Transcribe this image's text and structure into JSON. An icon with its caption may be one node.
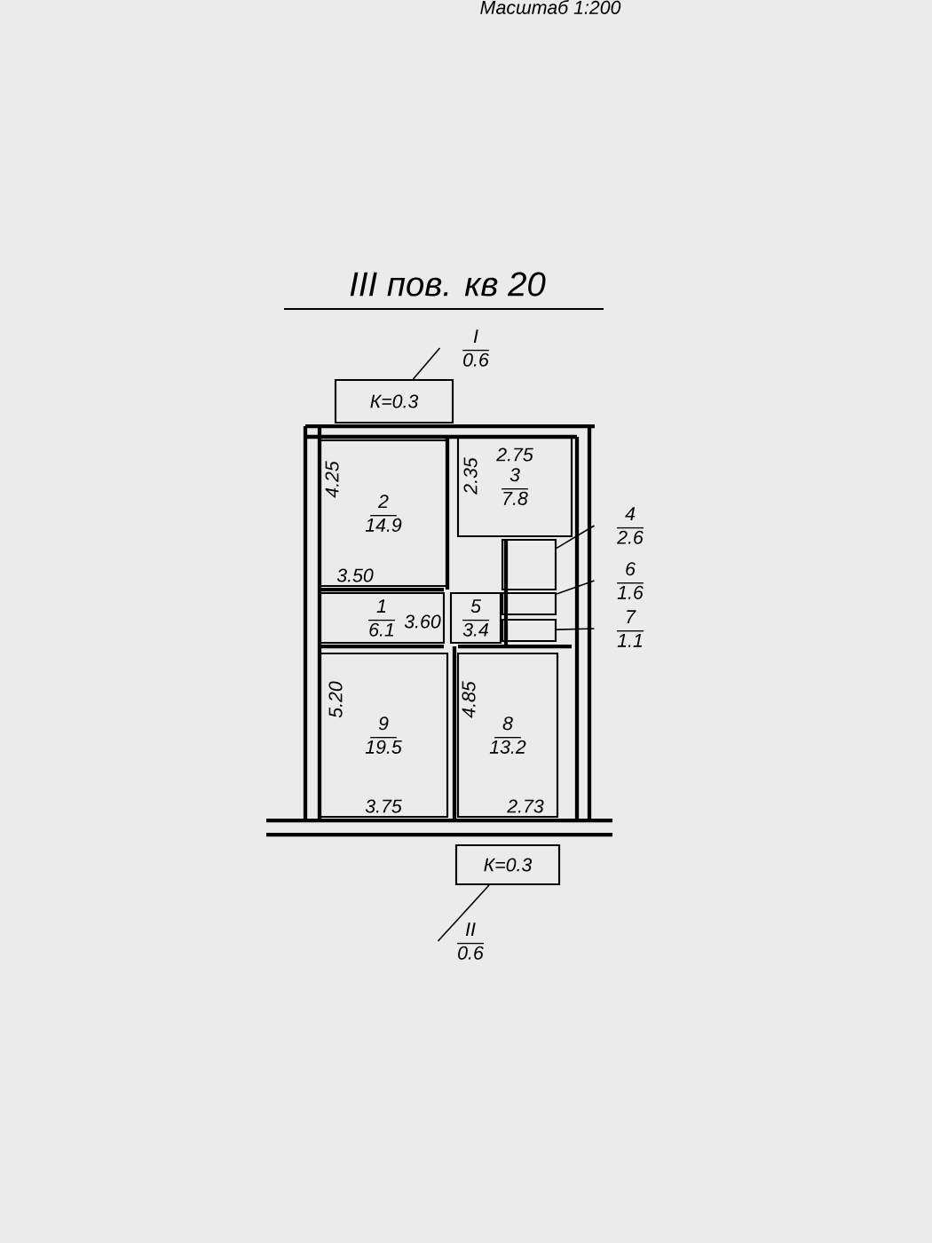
{
  "diagram": {
    "title": "III пов. кв 20",
    "nodes": [
      {
        "text": [
          "К=0.3"
        ]
      },
      {
        "text": [
          "I",
          "0.6"
        ]
      },
      {
        "text": [
          "2",
          "14.9"
        ]
      },
      {
        "text": [
          "3",
          "7.8"
        ]
      },
      {
        "text": [
          "1",
          "6.1"
        ]
      },
      {
        "text": [
          "5",
          "3.4"
        ]
      },
      {
        "text": [],
        "shape": "box"
      },
      {
        "text": [],
        "shape": "box"
      },
      {
        "text": [],
        "shape": "box"
      },
      {
        "text": [
          "4",
          "2.6"
        ]
      },
      {
        "text": [
          "6",
          "1.6"
        ]
      },
      {
        "text": [
          "7",
          "1.1"
        ]
      },
      {
        "text": [
          "9",
          "19.5"
        ]
      },
      {
        "text": [
          "8",
          "13.2"
        ]
      },
      {
        "text": [
          "К=0.3"
        ]
      },
      {
        "text": [
          "II",
          "0.6"
        ]
      }
    ],
    "edges": [
      {
        "from": 1,
        "to": 0,
        "arrow": "none"
      },
      {
        "from": 9,
        "to": 6,
        "arrow": "none"
      },
      {
        "from": 10,
        "to": 7,
        "arrow": "none"
      },
      {
        "from": 11,
        "to": 8,
        "arrow": "none"
      },
      {
        "from": 15,
        "to": 14,
        "arrow": "none"
      }
    ],
    "labels": [
      "Масштаб 1:200",
      "2.75",
      "4.25",
      "2.35",
      "3.50",
      "3.60",
      "5.20",
      "4.85",
      "3.75",
      "2.73"
    ]
  }
}
